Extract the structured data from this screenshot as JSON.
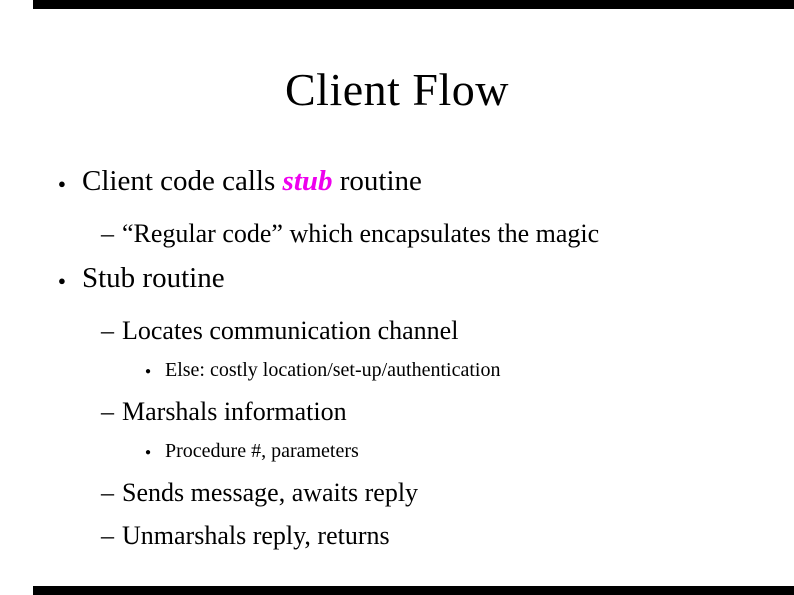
{
  "slide": {
    "title": "Client Flow",
    "markers": {
      "dot": "●",
      "dash": "–"
    },
    "colors": {
      "background": "#ffffff",
      "text": "#000000",
      "highlight": "#ee00ee",
      "edge_bar": "#000000"
    },
    "bullets": [
      {
        "level": 1,
        "marker": "dot",
        "segments": [
          {
            "text": "Client code calls "
          },
          {
            "text": "stub",
            "style": "highlight"
          },
          {
            "text": " routine"
          }
        ]
      },
      {
        "level": 2,
        "marker": "dash",
        "segments": [
          {
            "text": "“Regular code” which encapsulates the magic"
          }
        ]
      },
      {
        "level": 1,
        "marker": "dot",
        "segments": [
          {
            "text": "Stub routine"
          }
        ]
      },
      {
        "level": 2,
        "marker": "dash",
        "segments": [
          {
            "text": "Locates communication channel"
          }
        ]
      },
      {
        "level": 3,
        "marker": "dot",
        "segments": [
          {
            "text": "Else: costly location/set-up/authentication"
          }
        ]
      },
      {
        "level": 2,
        "marker": "dash",
        "segments": [
          {
            "text": "Marshals information"
          }
        ]
      },
      {
        "level": 3,
        "marker": "dot",
        "segments": [
          {
            "text": "Procedure #, parameters"
          }
        ]
      },
      {
        "level": 2,
        "marker": "dash",
        "segments": [
          {
            "text": "Sends message, awaits reply"
          }
        ]
      },
      {
        "level": 2,
        "marker": "dash",
        "segments": [
          {
            "text": "Unmarshals reply, returns"
          }
        ]
      }
    ]
  }
}
